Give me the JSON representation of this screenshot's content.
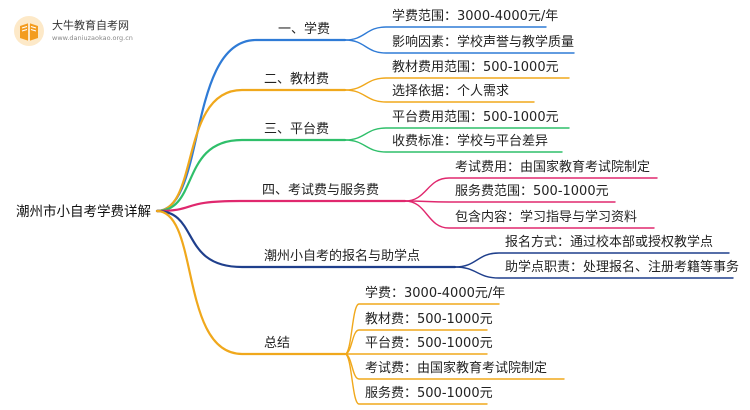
{
  "logo": {
    "title": "大牛教育自考网",
    "url": "www.daniuzaokao.org.cn",
    "icon": "book-icon"
  },
  "root": "潮州市小自考学费详解",
  "branches": [
    {
      "label": "一、学费",
      "color": "#2f7bd6",
      "children": [
        "学费范围：3000-4000元/年",
        "影响因素：学校声誉与教学质量"
      ]
    },
    {
      "label": "二、教材费",
      "color": "#f0a81c",
      "children": [
        "教材费用范围：500-1000元",
        "选择依据：个人需求"
      ]
    },
    {
      "label": "三、平台费",
      "color": "#2fbf6a",
      "children": [
        "平台费用范围：500-1000元",
        "收费标准：学校与平台差异"
      ]
    },
    {
      "label": "四、考试费与服务费",
      "color": "#e0286e",
      "children": [
        "考试费用：由国家教育考试院制定",
        "服务费范围：500-1000元",
        "包含内容：学习指导与学习资料"
      ]
    },
    {
      "label": "潮州小自考的报名与助学点",
      "color": "#1f3f8c",
      "children": [
        "报名方式：通过校本部或授权教学点",
        "助学点职责：处理报名、注册考籍等事务"
      ]
    },
    {
      "label": "总结",
      "color": "#f0a81c",
      "children": [
        "学费：3000-4000元/年",
        "教材费：500-1000元",
        "平台费：500-1000元",
        "考试费：由国家教育考试院制定",
        "服务费：500-1000元"
      ]
    }
  ]
}
